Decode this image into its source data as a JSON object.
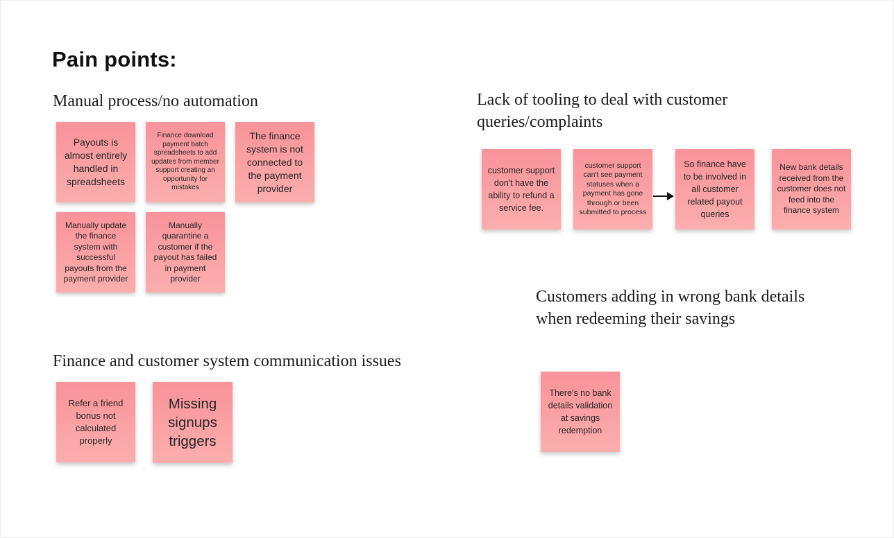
{
  "board": {
    "title": "Pain points:",
    "note_color_top": "#f8939a",
    "note_color_bottom": "#fbaeae",
    "text_color": "#262626",
    "sections": [
      {
        "heading": "Manual process/no automation",
        "notes": [
          {
            "text": "Payouts is almost entirely handled in spreadsheets"
          },
          {
            "text": "Finance download payment batch spreadsheets to add updates from member support creating an opportunity for mistakes"
          },
          {
            "text": "The finance system is not connected to the payment provider"
          },
          {
            "text": "Manually update the finance system with successful payouts from the payment provider"
          },
          {
            "text": "Manually quarantine a customer if the payout has failed in payment provider"
          }
        ]
      },
      {
        "heading": "Lack of tooling to deal with customer queries/complaints",
        "connector": "arrow-right",
        "notes": [
          {
            "text": "customer support don't have the ability to refund a service fee."
          },
          {
            "text": "customer support can't see payment statuses when a payment has gone through or been submitted to process"
          },
          {
            "text": "So finance have to be involved in all customer related payout queries"
          },
          {
            "text": "New bank details received from the customer does not feed into the finance system"
          }
        ]
      },
      {
        "heading": "Customers adding in wrong bank details when redeeming their savings",
        "notes": [
          {
            "text": "There's no bank details validation at savings redemption"
          }
        ]
      },
      {
        "heading": "Finance and customer system communication issues",
        "notes": [
          {
            "text": "Refer a friend bonus not calculated properly"
          },
          {
            "text": "Missing signups triggers"
          }
        ]
      }
    ]
  }
}
